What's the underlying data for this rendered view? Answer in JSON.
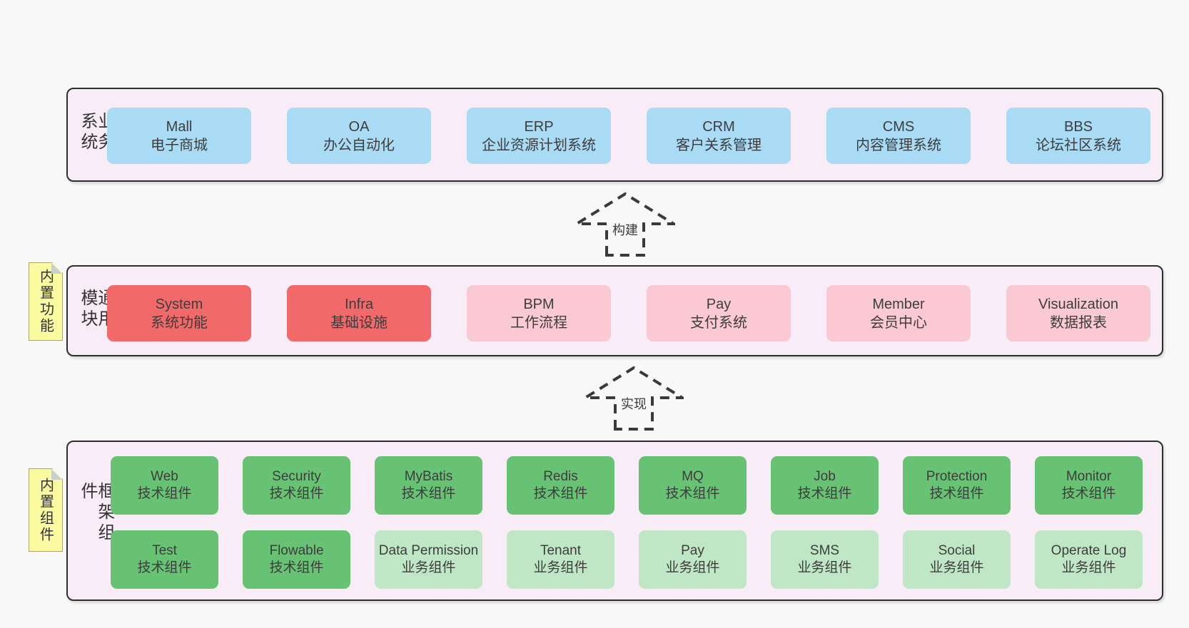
{
  "colors": {
    "page_bg": "#f8f8f8",
    "band_bg": "#f8edf6",
    "band_border": "#2e2e2e",
    "blue": "#a9dbf5",
    "red": "#f2696a",
    "pink": "#fbc9d2",
    "green_dark": "#68c274",
    "green_light": "#bfe7c6",
    "sticky_yellow": "#fafaa1",
    "text": "#3d3d3d"
  },
  "bands": [
    {
      "label": "业务系统",
      "boxes": [
        {
          "title": "Mall",
          "subtitle": "电子商城"
        },
        {
          "title": "OA",
          "subtitle": "办公自动化"
        },
        {
          "title": "ERP",
          "subtitle": "企业资源计划系统"
        },
        {
          "title": "CRM",
          "subtitle": "客户关系管理"
        },
        {
          "title": "CMS",
          "subtitle": "内容管理系统"
        },
        {
          "title": "BBS",
          "subtitle": "论坛社区系统"
        }
      ]
    },
    {
      "label": "通用模块",
      "sticky": "内置功能",
      "boxes": [
        {
          "title": "System",
          "subtitle": "系统功能",
          "variant": "red"
        },
        {
          "title": "Infra",
          "subtitle": "基础设施",
          "variant": "red"
        },
        {
          "title": "BPM",
          "subtitle": "工作流程",
          "variant": "pink"
        },
        {
          "title": "Pay",
          "subtitle": "支付系统",
          "variant": "pink"
        },
        {
          "title": "Member",
          "subtitle": "会员中心",
          "variant": "pink"
        },
        {
          "title": "Visualization",
          "subtitle": "数据报表",
          "variant": "pink"
        }
      ]
    },
    {
      "label": "框架组件",
      "sticky": "内置组件",
      "row1": [
        {
          "title": "Web",
          "subtitle": "技术组件",
          "variant": "green-dark"
        },
        {
          "title": "Security",
          "subtitle": "技术组件",
          "variant": "green-dark"
        },
        {
          "title": "MyBatis",
          "subtitle": "技术组件",
          "variant": "green-dark"
        },
        {
          "title": "Redis",
          "subtitle": "技术组件",
          "variant": "green-dark"
        },
        {
          "title": "MQ",
          "subtitle": "技术组件",
          "variant": "green-dark"
        },
        {
          "title": "Job",
          "subtitle": "技术组件",
          "variant": "green-dark"
        },
        {
          "title": "Protection",
          "subtitle": "技术组件",
          "variant": "green-dark"
        },
        {
          "title": "Monitor",
          "subtitle": "技术组件",
          "variant": "green-dark"
        }
      ],
      "row2": [
        {
          "title": "Test",
          "subtitle": "技术组件",
          "variant": "green-dark"
        },
        {
          "title": "Flowable",
          "subtitle": "技术组件",
          "variant": "green-dark"
        },
        {
          "title": "Data Permission",
          "subtitle": "业务组件",
          "variant": "green-light"
        },
        {
          "title": "Tenant",
          "subtitle": "业务组件",
          "variant": "green-light"
        },
        {
          "title": "Pay",
          "subtitle": "业务组件",
          "variant": "green-light"
        },
        {
          "title": "SMS",
          "subtitle": "业务组件",
          "variant": "green-light"
        },
        {
          "title": "Social",
          "subtitle": "业务组件",
          "variant": "green-light"
        },
        {
          "title": "Operate Log",
          "subtitle": "业务组件",
          "variant": "green-light"
        }
      ]
    }
  ],
  "arrows": [
    {
      "label": "构建"
    },
    {
      "label": "实现"
    }
  ]
}
